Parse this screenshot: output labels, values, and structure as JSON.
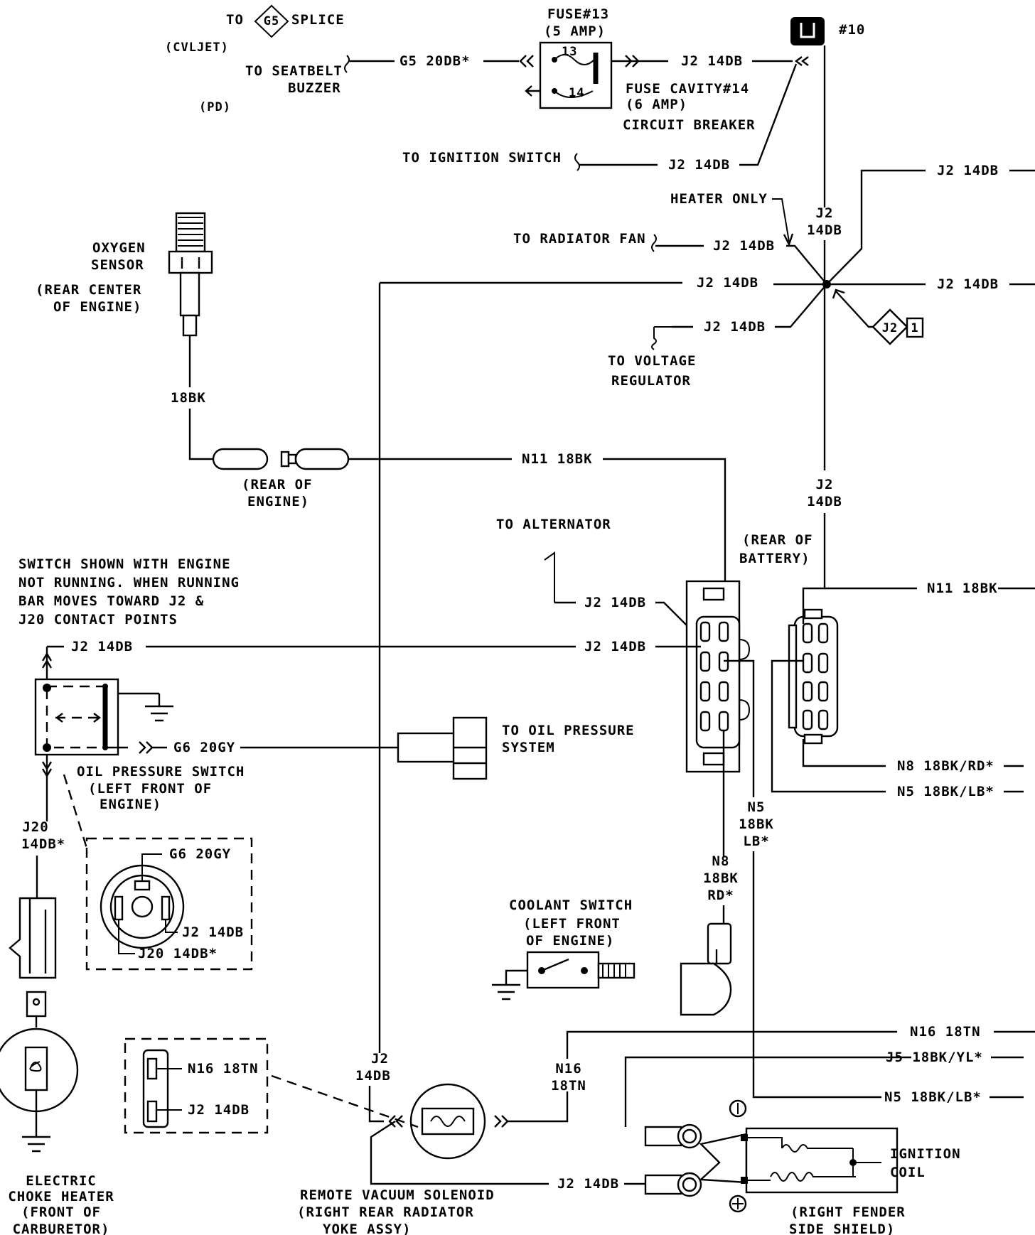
{
  "labels": {
    "g5_to": "TO",
    "g5_code": "G5",
    "g5_splice": "SPLICE",
    "cvljet": "(CVLJET)",
    "seatbelt_1": "TO SEATBELT",
    "seatbelt_2": "BUZZER",
    "pdi": "(PD)",
    "g5_wire": "G5 20DB*",
    "fuse13_1": "FUSE#13",
    "fuse13_2": "(5 AMP)",
    "fuse_n13": "13",
    "fuse_n14": "14",
    "j2_top": "J2 14DB",
    "conn10": "#10",
    "cavity_1": "FUSE CAVITY#14",
    "cavity_2": "(6 AMP)",
    "cavity_3": "CIRCUIT BREAKER",
    "ignsw": "TO IGNITION SWITCH",
    "j2_ignsw": "J2 14DB",
    "j2_right_top": "J2 14DB",
    "heater_only": "HEATER ONLY",
    "j2_stack_1": "J2",
    "j2_stack_2": "14DB",
    "radfan": "TO RADIATOR FAN",
    "j2_radfan": "J2 14DB",
    "j2_left_splice": "J2 14DB",
    "j2_right_splice": "J2 14DB",
    "j2_volt": "J2 14DB",
    "splice_code": "J2",
    "splice_num": "1",
    "voltreg_1": "TO VOLTAGE",
    "voltreg_2": "REGULATOR",
    "oxy_1": "OXYGEN",
    "oxy_2": "SENSOR",
    "oxy_3": "(REAR CENTER",
    "oxy_4": "OF ENGINE)",
    "oxy_wire": "18BK",
    "rear_eng_1": "(REAR OF",
    "rear_eng_2": "ENGINE)",
    "n11_mid": "N11 18BK",
    "j2_mid_1": "J2",
    "j2_mid_2": "14DB",
    "alternator": "TO ALTERNATOR",
    "rear_batt_1": "(REAR OF",
    "rear_batt_2": "BATTERY)",
    "n11_right": "N11 18BK",
    "sw_note_1": "SWITCH SHOWN WITH ENGINE",
    "sw_note_2": "NOT RUNNING. WHEN RUNNING",
    "sw_note_3": "BAR MOVES TOWARD J2 &",
    "sw_note_4": "J20 CONTACT POINTS",
    "j2_sw": "J2 14DB",
    "j2_alt": "J2 14DB",
    "j2_conn": "J2 14DB",
    "g6_wire": "G6 20GY",
    "oilsys_1": "TO OIL PRESSURE",
    "oilsys_2": "SYSTEM",
    "n8_right": "N8 18BK/RD*",
    "n5_right": "N5 18BK/LB*",
    "oilsw_1": "OIL PRESSURE SWITCH",
    "oilsw_2": "(LEFT FRONT OF",
    "oilsw_3": "ENGINE)",
    "n5_v_1": "N5",
    "n5_v_2": "18BK",
    "n5_v_3": "LB*",
    "j20_1": "J20",
    "j20_2": "14DB*",
    "g6_detail": "G6 20GY",
    "j2_detail": "J2 14DB",
    "j20_detail": "J20 14DB*",
    "n8_v_1": "N8",
    "n8_v_2": "18BK",
    "n8_v_3": "RD*",
    "coolant_1": "COOLANT SWITCH",
    "coolant_2": "(LEFT FRONT",
    "coolant_3": "OF ENGINE)",
    "n16_right": "N16 18TN",
    "j5_right": "J5 18BK/YL*",
    "n5_lower": "N5 18BK/LB*",
    "n16_box": "N16 18TN",
    "j2_box": "J2 14DB",
    "j2_sol_1": "J2",
    "j2_sol_2": "14DB",
    "n16_sol_1": "N16",
    "n16_sol_2": "18TN",
    "ign_coil_1": "IGNITION",
    "ign_coil_2": "COIL",
    "j2_coil": "J2 14DB",
    "choke_1": "ELECTRIC",
    "choke_2": "CHOKE HEATER",
    "choke_3": "(FRONT OF",
    "choke_4": "CARBURETOR)",
    "sol_1": "REMOTE VACUUM SOLENOID",
    "sol_2": "(RIGHT REAR RADIATOR",
    "sol_3": "YOKE ASSY)",
    "fender_1": "(RIGHT FENDER",
    "fender_2": "SIDE SHIELD)"
  }
}
